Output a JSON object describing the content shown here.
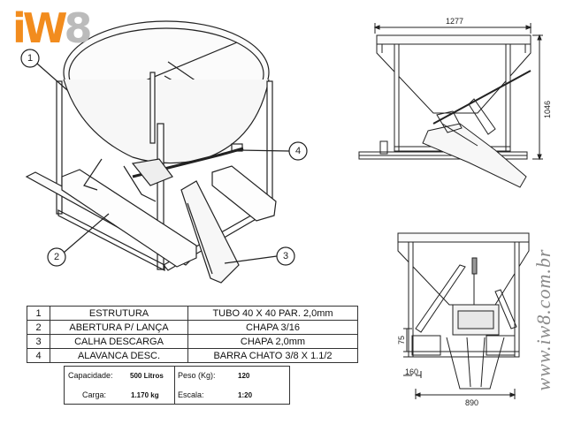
{
  "logo": {
    "text_part1": "iW",
    "text_part2": "8"
  },
  "watermark": {
    "text": "www.iw8.com.br"
  },
  "callouts": [
    {
      "label": "1"
    },
    {
      "label": "2"
    },
    {
      "label": "3"
    },
    {
      "label": "4"
    }
  ],
  "dimensions": {
    "width_top": "1277",
    "height_side": "1046",
    "bottom_width": "890",
    "small_height": "75",
    "base_height": "160"
  },
  "parts_table": [
    {
      "num": "1",
      "desc": "ESTRUTURA",
      "spec": "TUBO 40 X 40 PAR. 2,0mm"
    },
    {
      "num": "2",
      "desc": "ABERTURA P/ LANÇA",
      "spec": "CHAPA 3/16"
    },
    {
      "num": "3",
      "desc": "CALHA DESCARGA",
      "spec": "CHAPA 2,0mm"
    },
    {
      "num": "4",
      "desc": "ALAVANCA DESC.",
      "spec": "BARRA CHATO 3/8 X 1.1/2"
    }
  ],
  "specs": {
    "capacity_label": "Capacidade:",
    "capacity_value": "500 Litros",
    "weight_label": "Peso (Kg):",
    "weight_value": "120",
    "load_label": "Carga:",
    "load_value": "1.170 kg",
    "scale_label": "Escala:",
    "scale_value": "1:20"
  }
}
